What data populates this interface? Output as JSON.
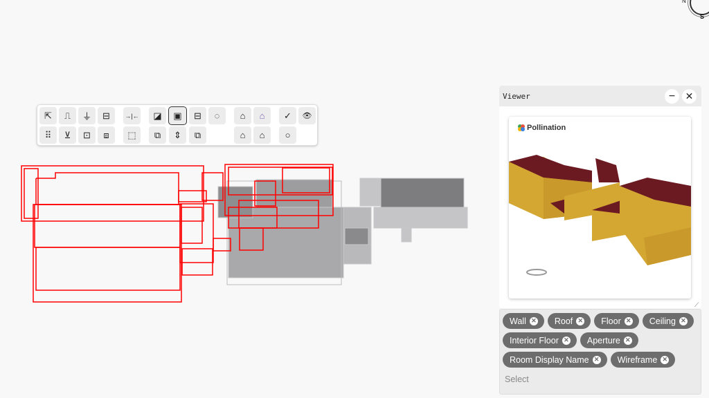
{
  "compass": {
    "south_label": "S",
    "north_label": "N"
  },
  "toolbar": {
    "row1": [
      {
        "icon": "select-arrow-icon",
        "glyph": "⇱"
      },
      {
        "icon": "step-line-icon",
        "glyph": "⎍"
      },
      {
        "icon": "snap-point-icon",
        "glyph": "⏚"
      },
      {
        "icon": "minus-box-icon",
        "glyph": "⊟"
      },
      {
        "icon": "merge-arrows-icon",
        "glyph": "→|←"
      },
      {
        "icon": "union-shapes-icon",
        "glyph": "◪"
      },
      {
        "icon": "frame-box-icon",
        "glyph": "▣"
      },
      {
        "icon": "split-box-icon",
        "glyph": "⊟"
      },
      {
        "icon": "dashed-circle-icon",
        "glyph": "◌"
      },
      {
        "icon": "building-stack-icon",
        "glyph": "⌂"
      },
      {
        "icon": "building-shaded-icon",
        "glyph": "⌂"
      },
      {
        "icon": "check-icon",
        "glyph": "✓"
      },
      {
        "icon": "eye-icon",
        "glyph": "👁"
      }
    ],
    "row2": [
      {
        "icon": "grid-dots-icon",
        "glyph": "⠿"
      },
      {
        "icon": "remove-bar-icon",
        "glyph": "⊻"
      },
      {
        "icon": "window-box-icon",
        "glyph": "⊡"
      },
      {
        "icon": "inset-square-icon",
        "glyph": "⧈"
      },
      {
        "icon": "dashed-square-icon",
        "glyph": "⬚"
      },
      {
        "icon": "outline-shape-icon",
        "glyph": "⧉"
      },
      {
        "icon": "vertical-resize-icon",
        "glyph": "⇕"
      },
      {
        "icon": "overlap-squares-icon",
        "glyph": "⧉"
      },
      {
        "icon": "building-hide-icon",
        "glyph": "⌂"
      },
      {
        "icon": "building-view-icon",
        "glyph": "⌂"
      },
      {
        "icon": "circle-icon",
        "glyph": "○"
      }
    ]
  },
  "viewer": {
    "title": "Viewer",
    "minimize_glyph": "−",
    "close_glyph": "✕",
    "logo_text": "Pollination"
  },
  "filters": {
    "tags": [
      "Wall",
      "Roof",
      "Floor",
      "Ceiling",
      "Interior Floor",
      "Aperture",
      "Room Display Name",
      "Wireframe"
    ],
    "placeholder": "Select"
  },
  "colors": {
    "selected_outline": "#ff0000",
    "wall": "#d4a733",
    "roof": "#6b1a22",
    "tag_bg": "#6d6d6d"
  }
}
